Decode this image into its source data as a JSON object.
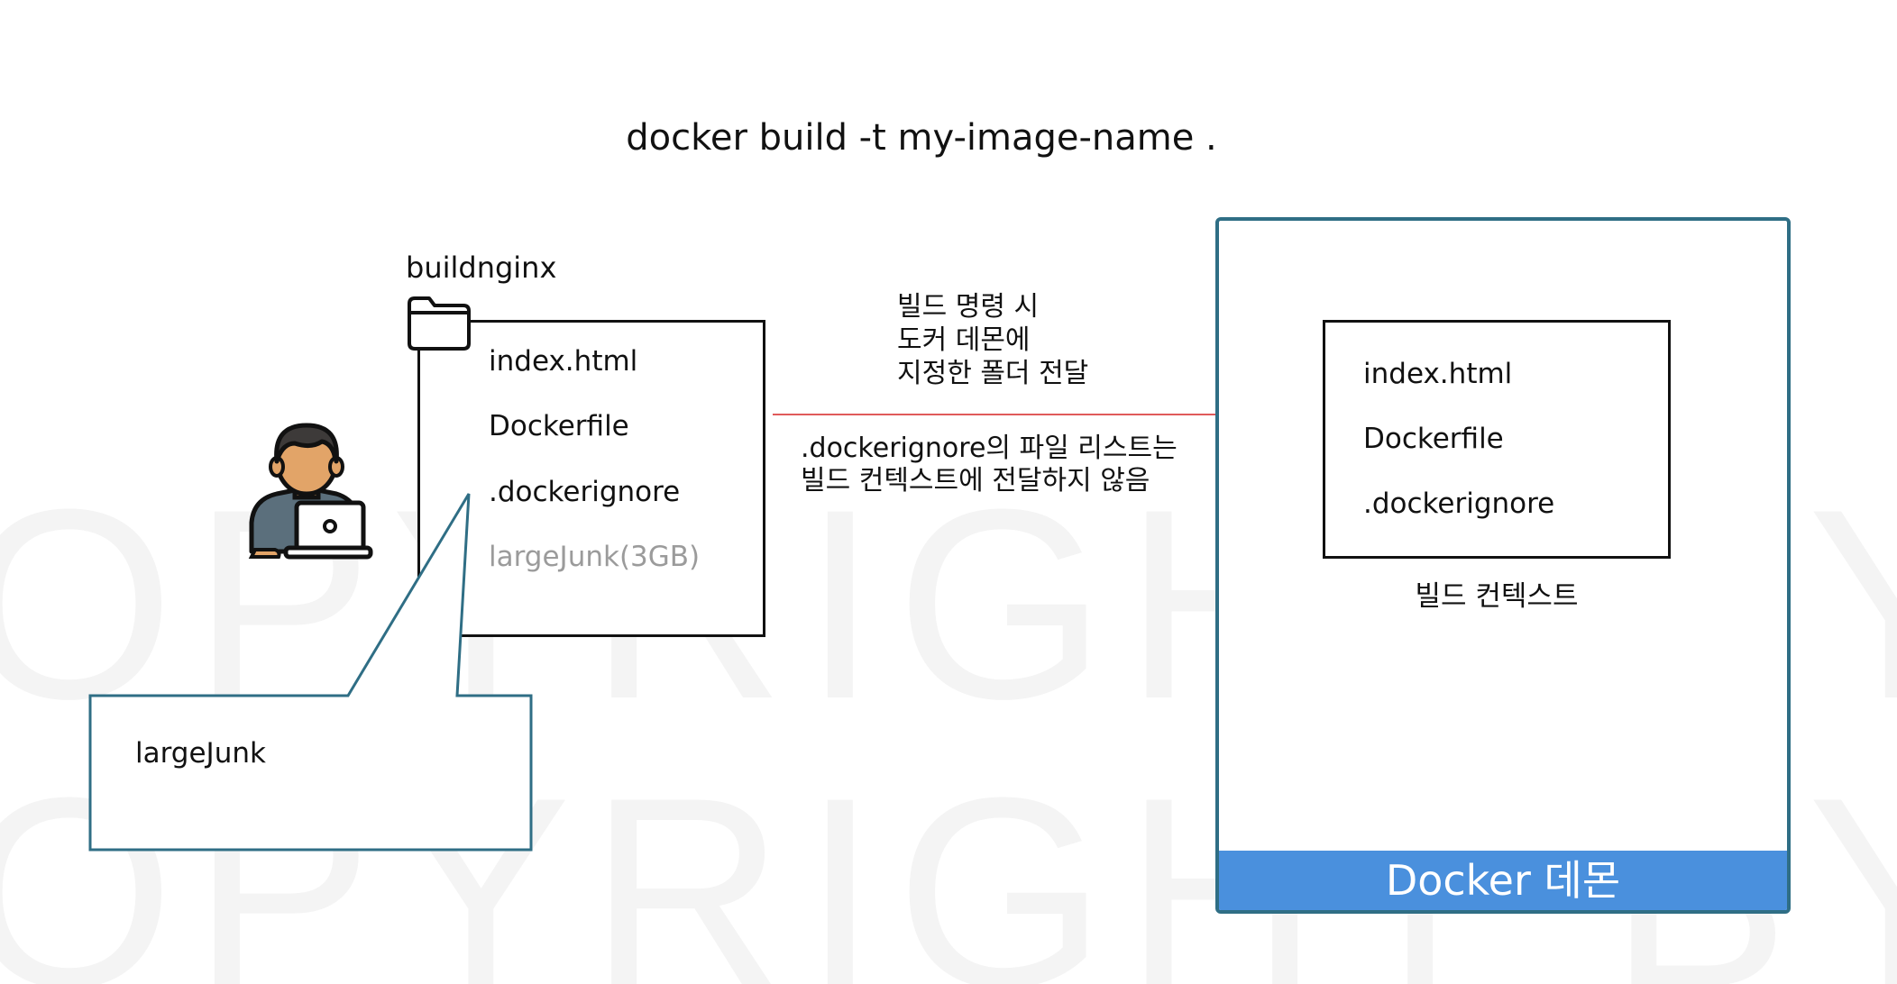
{
  "command": "docker build -t my-image-name .",
  "watermark": {
    "line1": "OPYRIGHT BY DEV",
    "line2": "OPYRIGHT BY DEV"
  },
  "local_folder": {
    "name": "buildnginx",
    "files": [
      "index.html",
      "Dockerfile",
      ".dockerignore",
      "largeJunk(3GB)"
    ]
  },
  "callout": {
    "text": "largeJunk"
  },
  "arrow_notes": {
    "send_line1": "빌드 명령 시",
    "send_line2": "도커 데몬에",
    "send_line3": "지정한 폴더 전달",
    "ignore_line1": ".dockerignore의 파일 리스트는",
    "ignore_line2": "빌드 컨텍스트에 전달하지 않음"
  },
  "daemon": {
    "title": "Docker 데몬",
    "context_files": [
      "index.html",
      "Dockerfile",
      ".dockerignore"
    ],
    "context_label": "빌드 컨텍스트"
  },
  "colors": {
    "arrow": "#e05a5a",
    "daemon_border": "#2f6e85",
    "daemon_bar": "#4a90dd",
    "callout_border": "#2f6e85",
    "ignored_file": "#9b9b9b"
  },
  "icons": [
    "developer-laptop-icon",
    "folder-icon"
  ]
}
